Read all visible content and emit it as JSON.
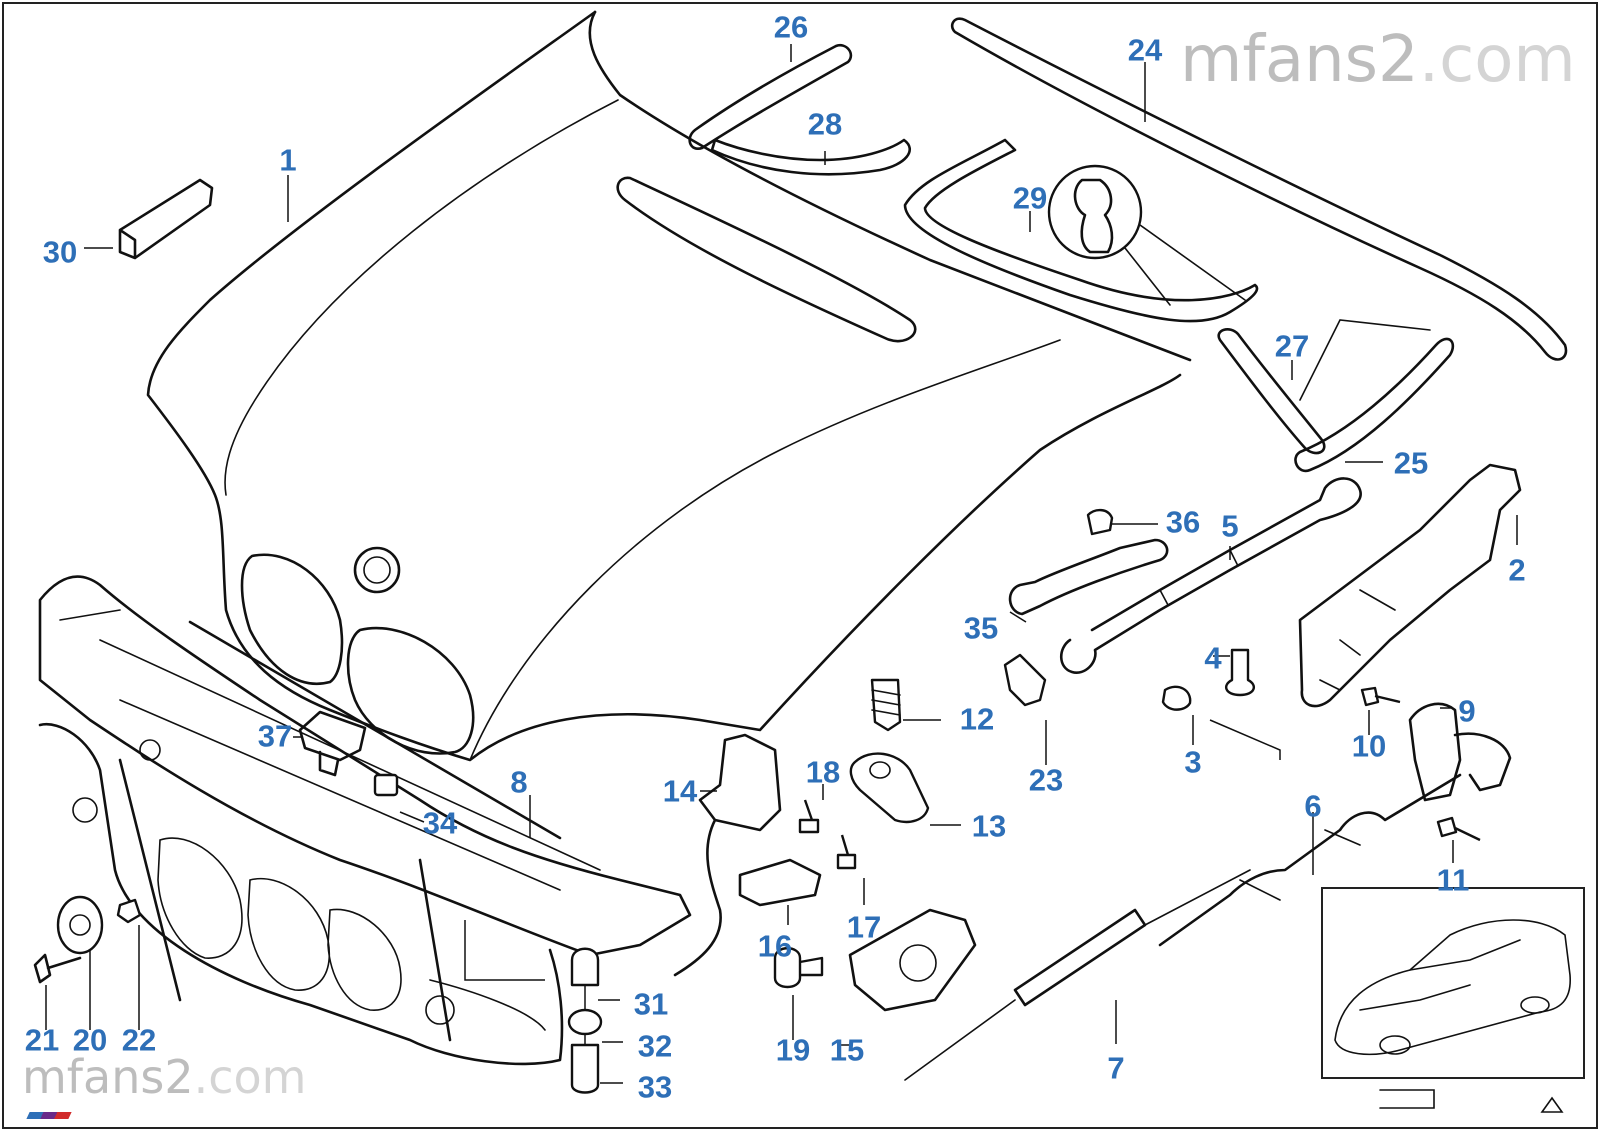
{
  "watermark_top": {
    "brand": "mfans2",
    "suffix": ".com"
  },
  "watermark_bottom": {
    "brand": "mfans2",
    "suffix": ".com"
  },
  "label_color": "#2e6fb7",
  "parts": [
    {
      "number": "1"
    },
    {
      "number": "2"
    },
    {
      "number": "3"
    },
    {
      "number": "4"
    },
    {
      "number": "5"
    },
    {
      "number": "6"
    },
    {
      "number": "7"
    },
    {
      "number": "8"
    },
    {
      "number": "9"
    },
    {
      "number": "10"
    },
    {
      "number": "11"
    },
    {
      "number": "12"
    },
    {
      "number": "13"
    },
    {
      "number": "14"
    },
    {
      "number": "15"
    },
    {
      "number": "16"
    },
    {
      "number": "17"
    },
    {
      "number": "18"
    },
    {
      "number": "19"
    },
    {
      "number": "20"
    },
    {
      "number": "21"
    },
    {
      "number": "22"
    },
    {
      "number": "23"
    },
    {
      "number": "24"
    },
    {
      "number": "25"
    },
    {
      "number": "26"
    },
    {
      "number": "27"
    },
    {
      "number": "28"
    },
    {
      "number": "29"
    },
    {
      "number": "30"
    },
    {
      "number": "31"
    },
    {
      "number": "32"
    },
    {
      "number": "33"
    },
    {
      "number": "34"
    },
    {
      "number": "35"
    },
    {
      "number": "36"
    },
    {
      "number": "37"
    }
  ]
}
